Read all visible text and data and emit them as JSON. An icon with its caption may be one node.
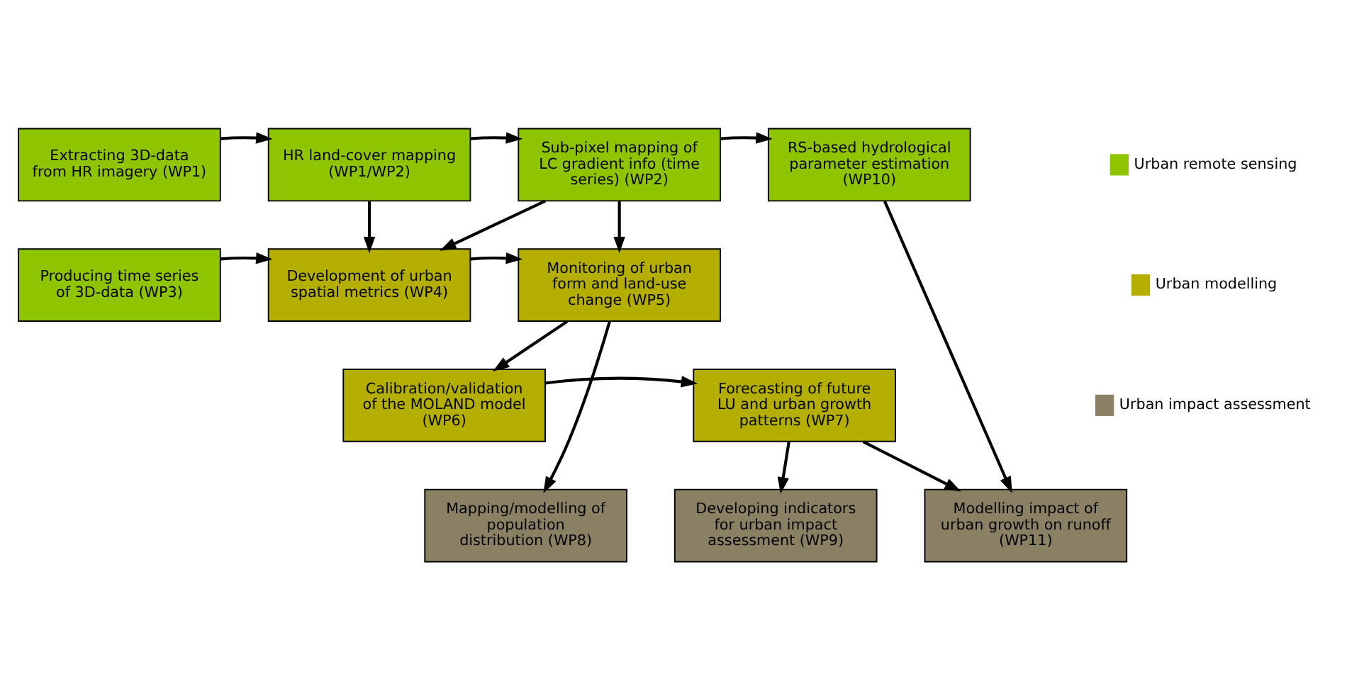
{
  "diagram": {
    "nodes": [
      {
        "text": [
          "Extracting 3D-data from HR imagery (WP1)"
        ]
      },
      {
        "text": [
          "HR land-cover mapping (WP1/WP2)"
        ]
      },
      {
        "text": [
          "Sub-pixel mapping of LC gradient info (time series) (WP2)"
        ]
      },
      {
        "text": [
          "RS-based hydrological parameter estimation (WP10)"
        ]
      },
      {
        "text": [
          "Producing time series of 3D-data (WP3)"
        ]
      },
      {
        "text": [
          "Development of urban spatial metrics (WP4)"
        ]
      },
      {
        "text": [
          "Monitoring of urban form and land-use change (WP5)"
        ]
      },
      {
        "text": [
          "Calibration/validation of the MOLAND model (WP6)"
        ]
      },
      {
        "text": [
          "Forecasting of future LU and urban growth patterns (WP7)"
        ]
      },
      {
        "text": [
          "Mapping/modelling of population distribution (WP8)"
        ]
      },
      {
        "text": [
          "Developing indicators for urban impact assessment (WP9)"
        ]
      },
      {
        "text": [
          "Modelling impact of urban growth on runoff (WP11)"
        ]
      }
    ],
    "edges": [
      {
        "from": 0,
        "to": 1,
        "arrow": "to"
      },
      {
        "from": 1,
        "to": 2,
        "arrow": "to"
      },
      {
        "from": 2,
        "to": 3,
        "arrow": "to"
      },
      {
        "from": 1,
        "to": 5,
        "arrow": "to"
      },
      {
        "from": 2,
        "to": 5,
        "arrow": "to"
      },
      {
        "from": 2,
        "to": 6,
        "arrow": "to"
      },
      {
        "from": 4,
        "to": 5,
        "arrow": "to"
      },
      {
        "from": 5,
        "to": 6,
        "arrow": "to"
      },
      {
        "from": 6,
        "to": 9,
        "arrow": "to"
      },
      {
        "from": 6,
        "to": 7,
        "arrow": "to"
      },
      {
        "from": 7,
        "to": 8,
        "arrow": "to"
      },
      {
        "from": 8,
        "to": 10,
        "arrow": "to"
      },
      {
        "from": 8,
        "to": 11,
        "arrow": "to"
      },
      {
        "from": 3,
        "to": 11,
        "arrow": "to"
      }
    ],
    "legend": [
      {
        "text": "Urban remote sensing",
        "color": "#8fc400"
      },
      {
        "text": "Urban modelling",
        "color": "#b3ae00"
      },
      {
        "text": "Urban impact assessment",
        "color": "#8a8064"
      }
    ]
  }
}
